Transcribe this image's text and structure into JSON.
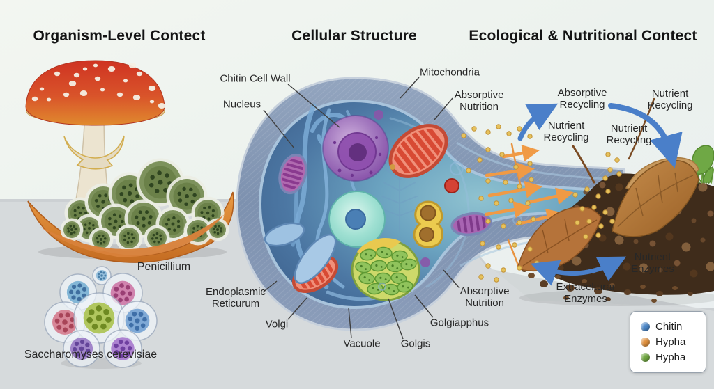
{
  "headers": {
    "organism": "Organism-Level Contect",
    "cellular": "Cellular Structure",
    "ecological": "Ecological & Nutritional Contect"
  },
  "organisms": {
    "penicillium": "Penicillium",
    "yeast": "Saccharomyses cerevisiae"
  },
  "cell": {
    "chitin_wall": "Chitin Cell Wall",
    "nucleus": "Nucleus",
    "mitochondria": "Mitochondria",
    "absorptive_nutrition_top": "Absorptive Nutrition",
    "endoplasmic_reticulum": "Endoplasmic Reticurum",
    "volgi": "Volgi",
    "vacuole": "Vacuole",
    "golgis": "Golgis",
    "golgi_apparatus": "Golgiapphus",
    "absorptive_nutrition_bottom": "Absorptive Nutrition"
  },
  "ecology": {
    "absorptive_recycling": "Absorptive Recycling",
    "nutrient_recycling_top": "Nutrient Recycling",
    "nutrient_recycling_mid_left": "Nutrient Recycling",
    "nutrient_recycling_mid_right": "Nutrient Recycling",
    "nutrient_enzymes": "Nutrient Enzymes",
    "extracellular_enzymes": "Extracelturar Enzymes"
  },
  "legend": {
    "items": [
      {
        "label": "Chitin",
        "color": "#4a86c8"
      },
      {
        "label": "Hypha",
        "color": "#e0903c"
      },
      {
        "label": "Hypha",
        "color": "#6fa640"
      }
    ]
  },
  "colors": {
    "arrow_blue": "#4a7fc9",
    "arrow_orange": "#f09a45",
    "nutrient_dot": "#e6c25c",
    "cell_wall": "#8296b4",
    "cytoplasm": "#4e79a4",
    "soil_brown": "#43301f",
    "leaf_brown": "#b5763d",
    "mushroom_red": "#d43a28",
    "mold_green": "#7d925c",
    "floor_gray": "#d7dbdd"
  }
}
